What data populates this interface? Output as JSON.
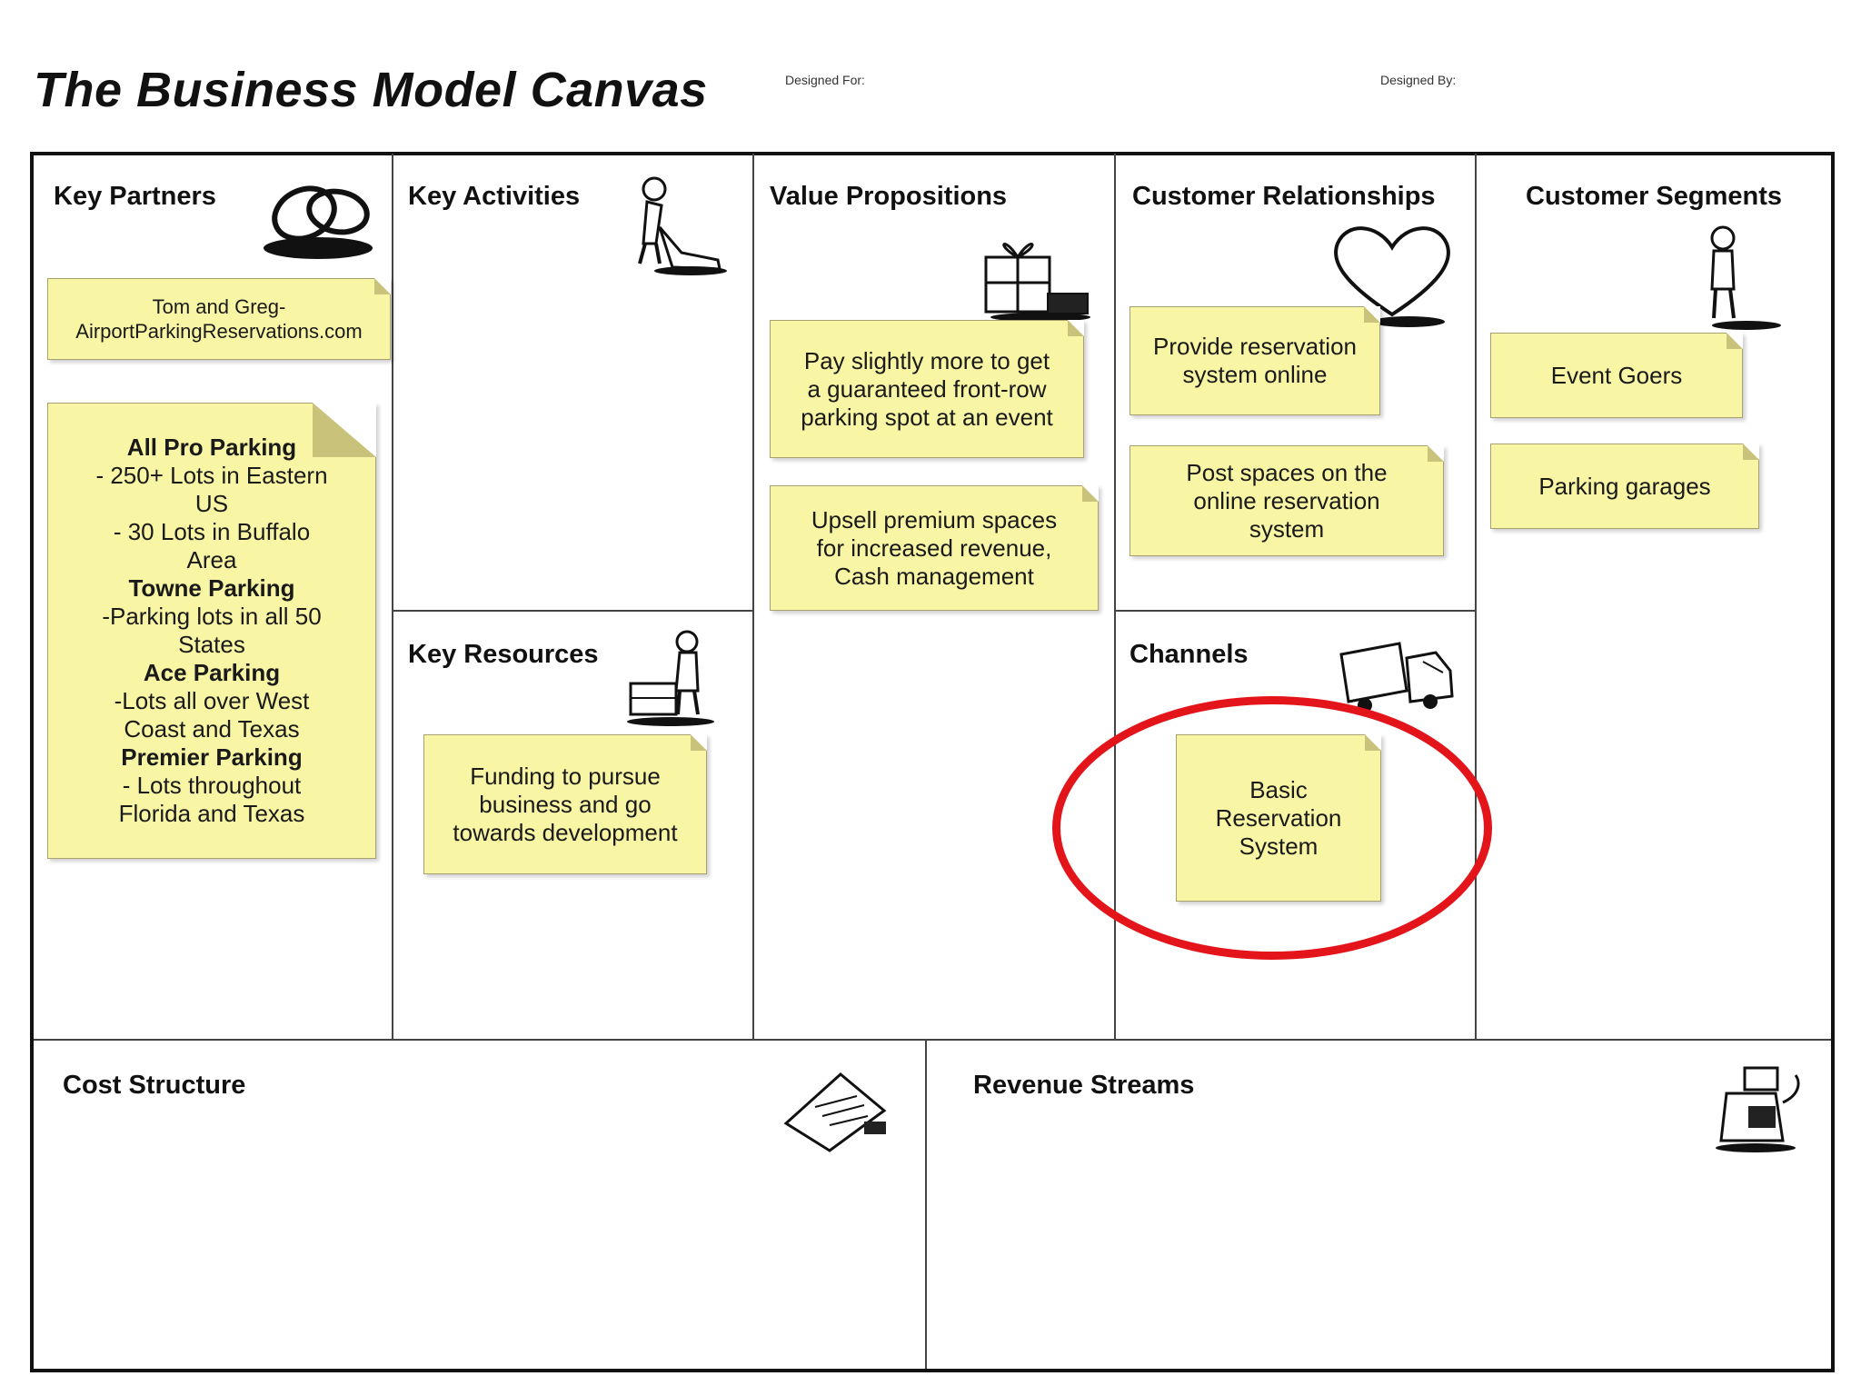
{
  "header": {
    "title": "The Business Model Canvas",
    "designed_for_label": "Designed For:",
    "designed_by_label": "Designed By:"
  },
  "blocks": {
    "key_partners": {
      "title": "Key Partners",
      "icon": "chain-links-icon",
      "notes": [
        {
          "lines": [
            "Tom and Greg-",
            "AirportParkingReservations.com"
          ]
        }
      ],
      "partners_note": [
        {
          "heading": "All Pro Parking",
          "lines": [
            "- 250+ Lots in Eastern",
            "US",
            "- 30 Lots in Buffalo",
            "Area"
          ]
        },
        {
          "heading": "Towne Parking",
          "lines": [
            "-Parking lots in all 50",
            "States"
          ]
        },
        {
          "heading": "Ace Parking",
          "lines": [
            "-Lots all over West",
            "Coast and Texas"
          ]
        },
        {
          "heading": "Premier Parking",
          "lines": [
            "- Lots throughout",
            "Florida and Texas"
          ]
        }
      ]
    },
    "key_activities": {
      "title": "Key Activities",
      "icon": "worker-icon"
    },
    "key_resources": {
      "title": "Key Resources",
      "icon": "person-with-cart-icon",
      "notes": [
        {
          "lines": [
            "Funding to pursue",
            "business and go",
            "towards development"
          ]
        }
      ]
    },
    "value_propositions": {
      "title": "Value Propositions",
      "icon": "gift-icon",
      "notes": [
        {
          "lines": [
            "Pay slightly more to get",
            "a guaranteed front-row",
            "parking spot at an event"
          ]
        },
        {
          "lines": [
            "Upsell premium spaces",
            "for increased revenue,",
            "Cash management"
          ]
        }
      ]
    },
    "customer_relationships": {
      "title": "Customer Relationships",
      "icon": "heart-icon",
      "notes": [
        {
          "lines": [
            "Provide reservation",
            "system online"
          ]
        },
        {
          "lines": [
            "Post spaces on the",
            "online reservation",
            "system"
          ]
        }
      ]
    },
    "channels": {
      "title": "Channels",
      "icon": "truck-icon",
      "notes": [
        {
          "lines": [
            "Basic",
            "Reservation",
            "System"
          ]
        }
      ]
    },
    "customer_segments": {
      "title": "Customer Segments",
      "icon": "person-icon",
      "notes": [
        {
          "lines": [
            "Event Goers"
          ]
        },
        {
          "lines": [
            "Parking garages"
          ]
        }
      ]
    },
    "cost_structure": {
      "title": "Cost Structure",
      "icon": "receipt-icon"
    },
    "revenue_streams": {
      "title": "Revenue Streams",
      "icon": "cash-register-icon"
    }
  },
  "annotations": {
    "highlight_color": "#e3151a",
    "note_color": "#f8f5a4"
  }
}
